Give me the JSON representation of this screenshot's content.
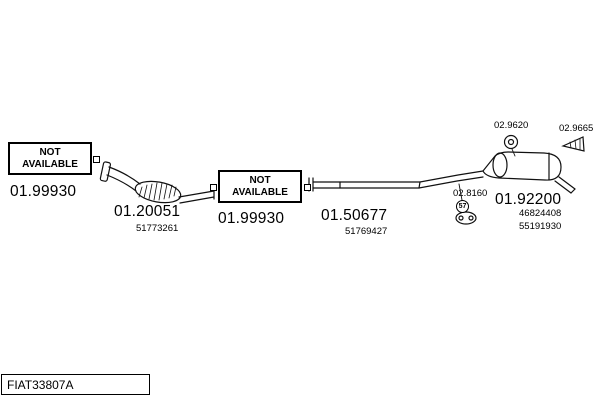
{
  "frame_code": "FIAT33807A",
  "availability_boxes": {
    "front": {
      "label": "NOT AVAILABLE"
    },
    "center": {
      "label": "NOT AVAILABLE"
    }
  },
  "parts": {
    "front_section": {
      "number": "01.99930"
    },
    "front_pipe": {
      "number": "01.20051",
      "oem": "51773261"
    },
    "center_section": {
      "number": "01.99930"
    },
    "center_pipe": {
      "number": "01.50677",
      "oem": "51769427"
    },
    "rear_muffler": {
      "number": "01.92200",
      "oem_1": "46824408",
      "oem_2": "55191930"
    },
    "mounting_ring": {
      "number": "02.9620"
    },
    "clamp": {
      "number": "02.9665"
    },
    "rubber_hanger": {
      "number": "02.8160",
      "qty_badge": "57"
    }
  }
}
